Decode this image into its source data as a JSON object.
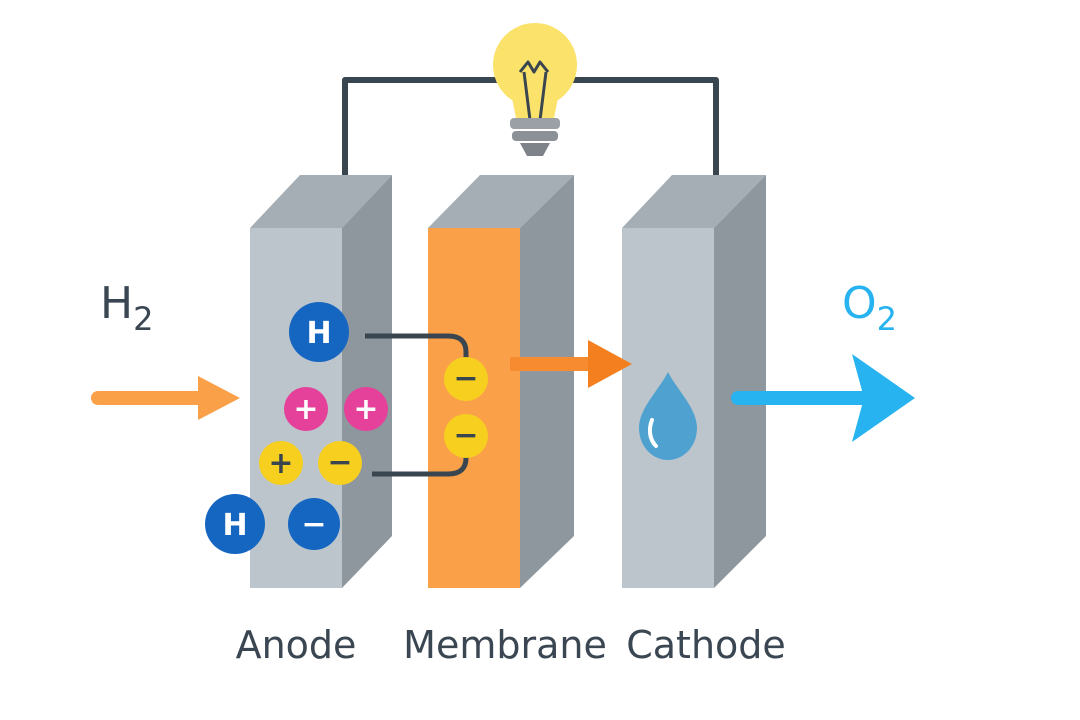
{
  "inputs": {
    "hydrogen": {
      "symbol": "H",
      "subscript": "2"
    },
    "oxygen": {
      "symbol": "O",
      "subscript": "2"
    }
  },
  "labels": {
    "anode": "Anode",
    "membrane": "Membrane",
    "cathode": "Cathode"
  },
  "particles": {
    "hydrogen": "H",
    "plus": "+",
    "minus": "−"
  },
  "colors": {
    "anode_front": "#bcc5cc",
    "anode_side": "#8e979d",
    "anode_top": "#a5aeb4",
    "membrane_front": "#f9a049",
    "cathode_front": "#bcc5cc",
    "wire": "#39464f",
    "h2_arrow": "#f9a049",
    "o2_arrow": "#27b3ef",
    "o2_text": "#27b3ef",
    "label_text": "#3a4651",
    "hydrogen_atom": "#1566c0",
    "proton": "#e5409a",
    "electron": "#f7cf1f",
    "water_drop": "#4fa2cf",
    "bulb": "#fbe26a",
    "bulb_base": "#9aa0a6"
  },
  "icons": [
    "lightbulb-icon",
    "water-drop-icon"
  ]
}
